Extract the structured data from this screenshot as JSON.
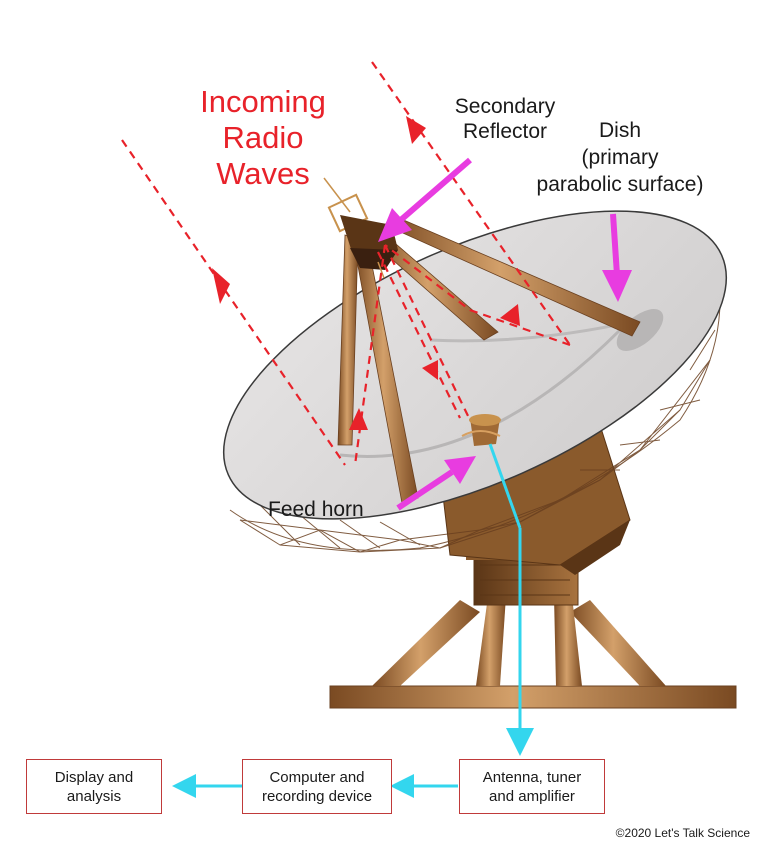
{
  "labels": {
    "incoming": [
      "Incoming",
      "Radio",
      "Waves"
    ],
    "secondary": [
      "Secondary",
      "Reflector"
    ],
    "dish": [
      "Dish",
      "(primary",
      "parabolic surface)"
    ],
    "feed_horn": "Feed horn"
  },
  "flow_boxes": [
    {
      "lines": [
        "Display and",
        "analysis"
      ]
    },
    {
      "lines": [
        "Computer and",
        "recording device"
      ]
    },
    {
      "lines": [
        "Antenna, tuner",
        "and amplifier"
      ]
    }
  ],
  "copyright": "©2020 Let's Talk Science",
  "colors": {
    "radio_wave": "#e8222a",
    "pointer": "#e83ce0",
    "signal": "#33d6ee",
    "bronze": "#b07a45",
    "dish_surface": "#dcdada",
    "box_border": "#c03a3a"
  },
  "icons": [
    "radio-telescope-dish-icon",
    "arrow-icon"
  ]
}
